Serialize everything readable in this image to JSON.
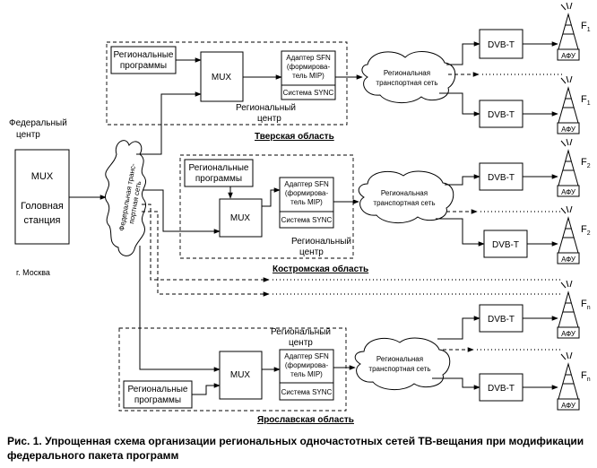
{
  "federal": {
    "title_line1": "Федеральный",
    "title_line2": "центр",
    "mux_label": "MUX",
    "station_line1": "Головная",
    "station_line2": "станция",
    "city": "г. Москва"
  },
  "federal_network": {
    "line1": "Федеральная транс-",
    "line2": "портная сеть"
  },
  "common": {
    "regional_programs_line1": "Региональные",
    "regional_programs_line2": "программы",
    "mux": "MUX",
    "sfn_line1": "Адаптер SFN",
    "sfn_line2": "(формирова-",
    "sfn_line3": "тель MIP)",
    "sync": "Система SYNC",
    "regional_center_line1": "Региональный",
    "regional_center_line2": "центр",
    "transport_line1": "Региональная",
    "transport_line2": "транспортная сеть",
    "dvbt": "DVB-T",
    "afu": "АФУ"
  },
  "regions": {
    "tver": "Тверская область",
    "kostroma": "Костромская область",
    "yaroslavl": "Ярославская область"
  },
  "frequencies": {
    "f1_main": "F",
    "f1_sub": "1",
    "f2_main": "F",
    "f2_sub": "2",
    "fn_main": "F",
    "fn_sub": "n"
  },
  "caption_line1": "Рис. 1. Упрощенная схема организации региональных одночастотных сетей ТВ-вещания при модификации",
  "caption_line2": "федерального пакета программ"
}
